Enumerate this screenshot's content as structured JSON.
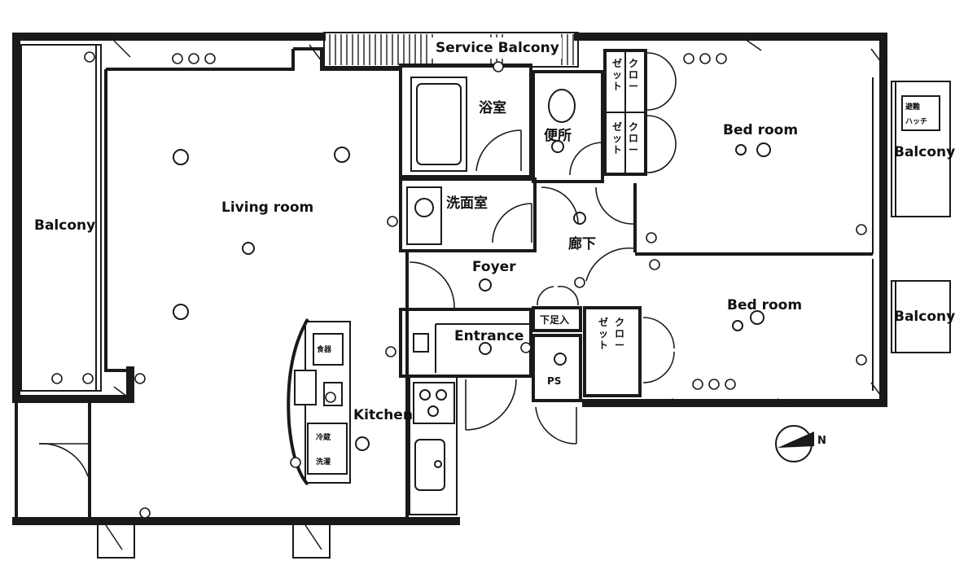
{
  "rooms": {
    "service_balcony": "Service Balcony",
    "living_room": "Living room",
    "balcony_west": "Balcony",
    "bathroom": "浴室",
    "toilet": "便所",
    "washroom": "洗面室",
    "corridor": "廊下",
    "foyer": "Foyer",
    "entrance": "Entrance",
    "kitchen": "Kitchen",
    "shoe_storage": "下足入",
    "ps": "PS",
    "bedroom_1": "Bed room",
    "bedroom_2": "Bed room",
    "balcony_east_1": "Balcony",
    "balcony_east_2": "Balcony",
    "closet_1": "クローゼット",
    "closet_2": "クローゼット",
    "closet_3": "クローゼット",
    "hatch": "避難ハッチ"
  },
  "compass": {
    "north_label": "N"
  },
  "colors": {
    "ink": "#1a1a1a",
    "paper": "#ffffff"
  }
}
